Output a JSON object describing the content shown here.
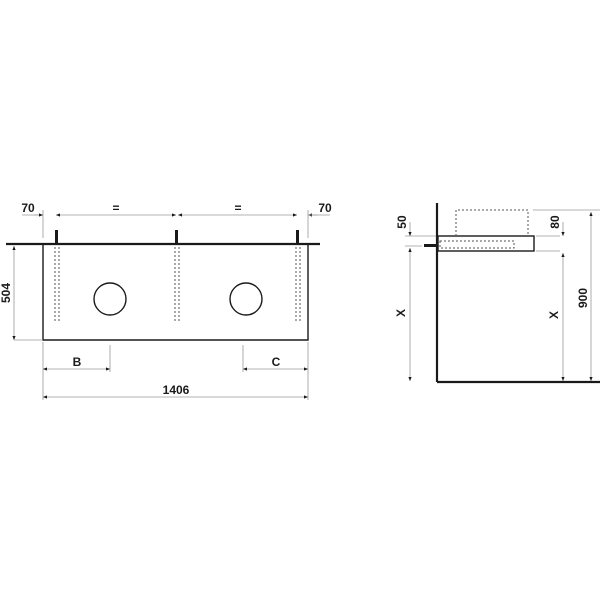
{
  "front_view": {
    "dimensions": {
      "left_offset": "70",
      "spacing_left": "=",
      "spacing_right": "=",
      "right_offset": "70",
      "height": "504",
      "dim_b": "B",
      "dim_c": "C",
      "total_width": "1406"
    }
  },
  "side_view": {
    "dimensions": {
      "top_offset": "50",
      "thickness": "80",
      "height_x_left": "X",
      "height_x_right": "X",
      "total_height": "900"
    }
  },
  "colors": {
    "line": "#1a1a1a",
    "dimension_line": "#9a9a9a",
    "background": "#ffffff"
  }
}
